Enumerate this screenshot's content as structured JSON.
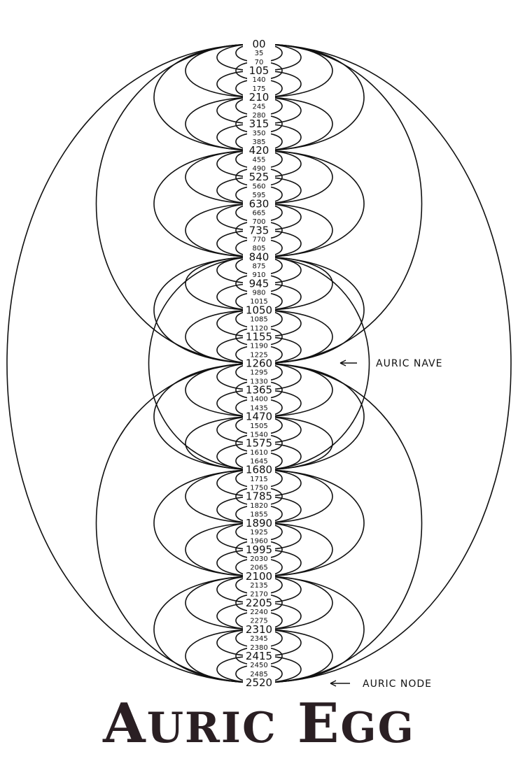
{
  "title": {
    "word1_initial": "A",
    "word1_rest": "URIC",
    "word2_initial": "E",
    "word2_rest": "GG"
  },
  "column_values": [
    "00",
    "35",
    "70",
    "105",
    "140",
    "175",
    "210",
    "245",
    "280",
    "315",
    "350",
    "385",
    "420",
    "455",
    "490",
    "525",
    "560",
    "595",
    "630",
    "665",
    "700",
    "735",
    "770",
    "805",
    "840",
    "875",
    "910",
    "945",
    "980",
    "1015",
    "1050",
    "1085",
    "1120",
    "1155",
    "1190",
    "1225",
    "1260",
    "1295",
    "1330",
    "1365",
    "1400",
    "1435",
    "1470",
    "1505",
    "1540",
    "1575",
    "1610",
    "1645",
    "1680",
    "1715",
    "1750",
    "1785",
    "1820",
    "1855",
    "1890",
    "1925",
    "1960",
    "1995",
    "2030",
    "2065",
    "2100",
    "2135",
    "2170",
    "2205",
    "2240",
    "2275",
    "2310",
    "2345",
    "2380",
    "2415",
    "2450",
    "2485",
    "2520"
  ],
  "annotations": {
    "nave": "AURIC NAVE",
    "node": "AURIC NODE"
  },
  "colors": {
    "line": "#111111",
    "title": "#2a1f23",
    "background": "#ffffff"
  }
}
